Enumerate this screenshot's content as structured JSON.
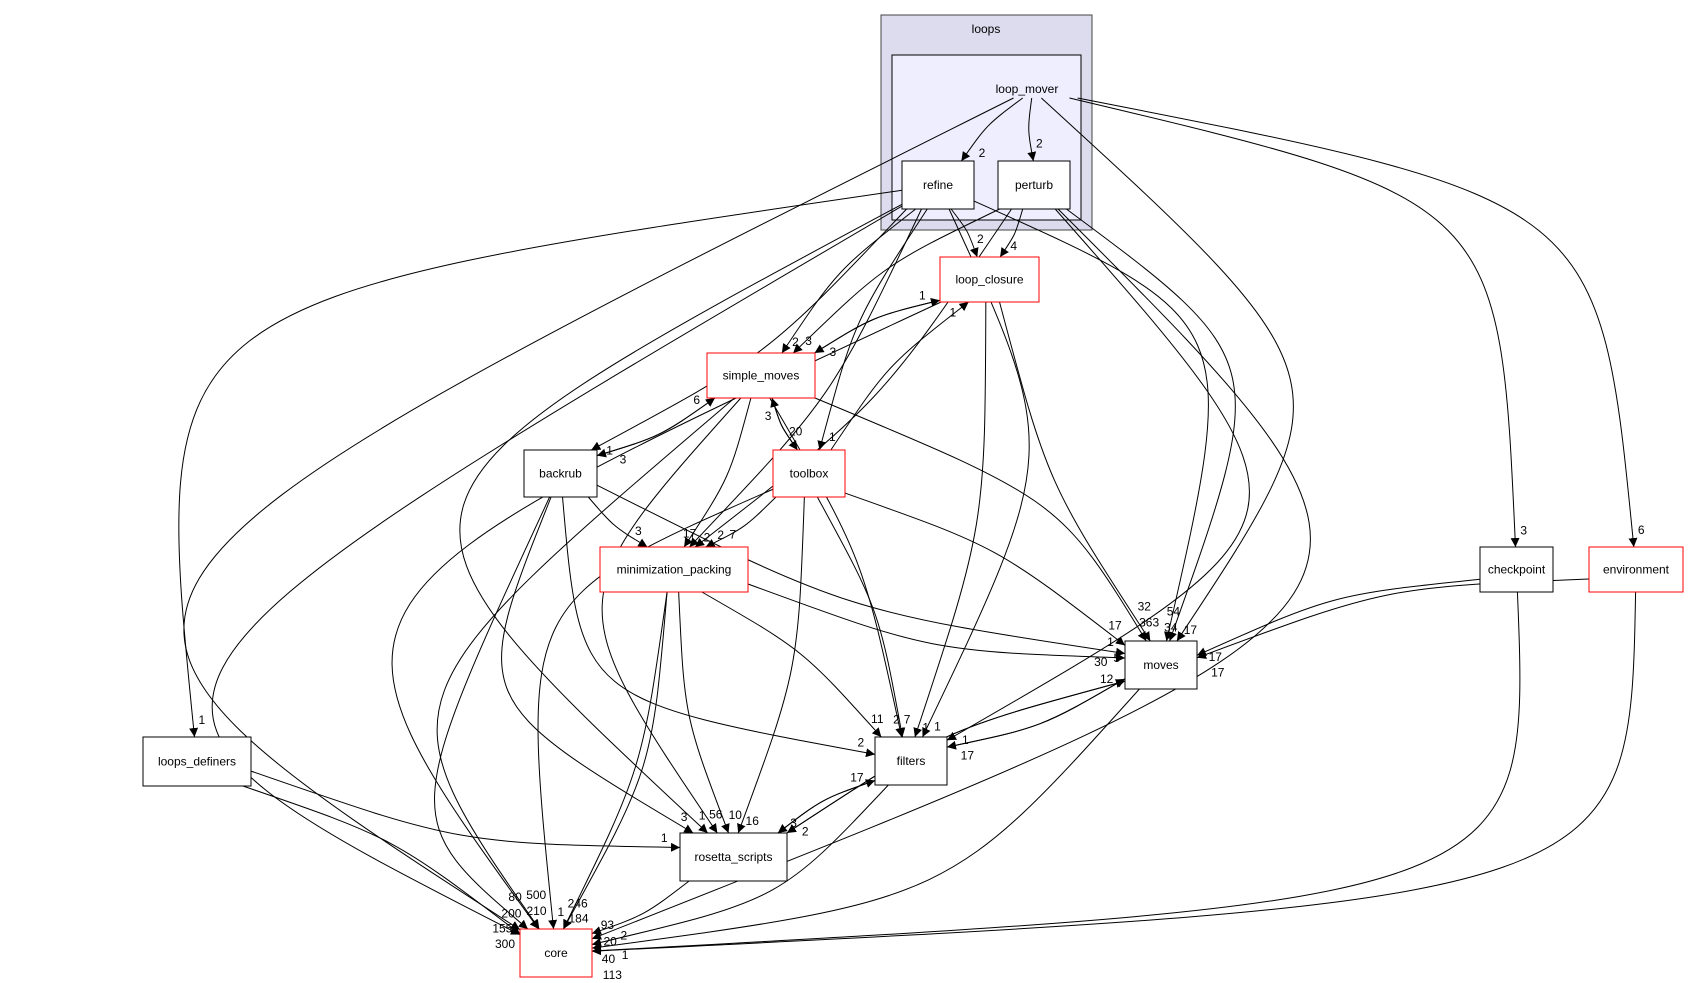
{
  "clusters": [
    {
      "id": "loops",
      "label": "loops",
      "fill": "#dcdcee"
    },
    {
      "id": "loop_mover",
      "label": "loop_mover",
      "fill": "#eeeeff"
    }
  ],
  "nodes": [
    {
      "id": "refine",
      "label": "refine",
      "border": "#000000"
    },
    {
      "id": "perturb",
      "label": "perturb",
      "border": "#000000"
    },
    {
      "id": "loop_closure",
      "label": "loop_closure",
      "border": "#ff0000"
    },
    {
      "id": "simple_moves",
      "label": "simple_moves",
      "border": "#ff0000"
    },
    {
      "id": "backrub",
      "label": "backrub",
      "border": "#000000"
    },
    {
      "id": "toolbox",
      "label": "toolbox",
      "border": "#ff0000"
    },
    {
      "id": "minimization_packing",
      "label": "minimization_packing",
      "border": "#ff0000"
    },
    {
      "id": "checkpoint",
      "label": "checkpoint",
      "border": "#000000"
    },
    {
      "id": "environment",
      "label": "environment",
      "border": "#ff0000"
    },
    {
      "id": "moves",
      "label": "moves",
      "border": "#000000"
    },
    {
      "id": "filters",
      "label": "filters",
      "border": "#000000"
    },
    {
      "id": "loops_definers",
      "label": "loops_definers",
      "border": "#000000"
    },
    {
      "id": "rosetta_scripts",
      "label": "rosetta_scripts",
      "border": "#000000"
    },
    {
      "id": "core",
      "label": "core",
      "border": "#ff0000"
    }
  ],
  "edges": [
    {
      "from": "loop_mover",
      "to": "refine",
      "label": "2"
    },
    {
      "from": "loop_mover",
      "to": "perturb",
      "label": "2"
    },
    {
      "from": "loop_mover",
      "to": "core",
      "label": "200"
    },
    {
      "from": "loop_mover",
      "to": "moves",
      "label": "17"
    },
    {
      "from": "loop_mover",
      "to": "checkpoint",
      "label": "3"
    },
    {
      "from": "loop_mover",
      "to": "environment",
      "label": "6"
    },
    {
      "from": "refine",
      "to": "loop_closure",
      "label": "2"
    },
    {
      "from": "refine",
      "to": "simple_moves",
      "label": "2"
    },
    {
      "from": "refine",
      "to": "backrub",
      "label": "1"
    },
    {
      "from": "refine",
      "to": "toolbox",
      "label": "1"
    },
    {
      "from": "refine",
      "to": "minimization_packing",
      "label": "2"
    },
    {
      "from": "refine",
      "to": "loops_definers",
      "label": "1"
    },
    {
      "from": "refine",
      "to": "core",
      "label": "155"
    },
    {
      "from": "refine",
      "to": "rosetta_scripts",
      "label": "1"
    },
    {
      "from": "refine",
      "to": "filters",
      "label": "1"
    },
    {
      "from": "refine",
      "to": "moves",
      "label": "34"
    },
    {
      "from": "perturb",
      "to": "loop_closure",
      "label": "4"
    },
    {
      "from": "perturb",
      "to": "simple_moves",
      "label": "3"
    },
    {
      "from": "perturb",
      "to": "minimization_packing",
      "label": "2"
    },
    {
      "from": "perturb",
      "to": "moves",
      "label": "54"
    },
    {
      "from": "perturb",
      "to": "filters",
      "label": "1"
    },
    {
      "from": "perturb",
      "to": "core",
      "label": "20"
    },
    {
      "from": "loop_closure",
      "to": "simple_moves",
      "label": "3"
    },
    {
      "from": "loop_closure",
      "to": "core",
      "label": "210"
    },
    {
      "from": "loop_closure",
      "to": "filters",
      "label": "1"
    },
    {
      "from": "loop_closure",
      "to": "moves",
      "label": "363"
    },
    {
      "from": "simple_moves",
      "to": "loop_closure",
      "label": "1"
    },
    {
      "from": "simple_moves",
      "to": "backrub",
      "label": "3"
    },
    {
      "from": "simple_moves",
      "to": "toolbox",
      "label": "20"
    },
    {
      "from": "simple_moves",
      "to": "minimization_packing",
      "label": "17"
    },
    {
      "from": "simple_moves",
      "to": "filters",
      "label": "7"
    },
    {
      "from": "simple_moves",
      "to": "moves",
      "label": "32"
    },
    {
      "from": "simple_moves",
      "to": "core",
      "label": "500"
    },
    {
      "from": "simple_moves",
      "to": "rosetta_scripts",
      "label": "56"
    },
    {
      "from": "backrub",
      "to": "simple_moves",
      "label": "6"
    },
    {
      "from": "backrub",
      "to": "minimization_packing",
      "label": "3"
    },
    {
      "from": "backrub",
      "to": "moves",
      "label": "1"
    },
    {
      "from": "backrub",
      "to": "filters",
      "label": "2"
    },
    {
      "from": "backrub",
      "to": "rosetta_scripts",
      "label": "3"
    },
    {
      "from": "backrub",
      "to": "core",
      "label": "80"
    },
    {
      "from": "toolbox",
      "to": "simple_moves",
      "label": "3"
    },
    {
      "from": "toolbox",
      "to": "loop_closure",
      "label": "1"
    },
    {
      "from": "toolbox",
      "to": "minimization_packing",
      "label": "7"
    },
    {
      "from": "toolbox",
      "to": "core",
      "label": "1"
    },
    {
      "from": "toolbox",
      "to": "rosetta_scripts",
      "label": "16"
    },
    {
      "from": "toolbox",
      "to": "filters",
      "label": "2"
    },
    {
      "from": "toolbox",
      "to": "moves",
      "label": "17"
    },
    {
      "from": "minimization_packing",
      "to": "moves",
      "label": "5"
    },
    {
      "from": "minimization_packing",
      "to": "filters",
      "label": "11"
    },
    {
      "from": "minimization_packing",
      "to": "rosetta_scripts",
      "label": "10"
    },
    {
      "from": "minimization_packing",
      "to": "core",
      "label": "184"
    },
    {
      "from": "minimization_packing",
      "to": "core",
      "label": "246"
    },
    {
      "from": "checkpoint",
      "to": "moves",
      "label": "17"
    },
    {
      "from": "checkpoint",
      "to": "core",
      "label": "40"
    },
    {
      "from": "environment",
      "to": "moves",
      "label": "17"
    },
    {
      "from": "environment",
      "to": "core",
      "label": "113"
    },
    {
      "from": "moves",
      "to": "filters",
      "label": "17"
    },
    {
      "from": "filters",
      "to": "moves",
      "label": "12"
    },
    {
      "from": "moves",
      "to": "rosetta_scripts",
      "label": "2"
    },
    {
      "from": "rosetta_scripts",
      "to": "moves",
      "label": "30"
    },
    {
      "from": "moves",
      "to": "core",
      "label": "1"
    },
    {
      "from": "filters",
      "to": "rosetta_scripts",
      "label": "3"
    },
    {
      "from": "rosetta_scripts",
      "to": "filters",
      "label": "17"
    },
    {
      "from": "filters",
      "to": "core",
      "label": "2"
    },
    {
      "from": "loops_definers",
      "to": "rosetta_scripts",
      "label": "1"
    },
    {
      "from": "loops_definers",
      "to": "core",
      "label": "300"
    },
    {
      "from": "rosetta_scripts",
      "to": "core",
      "label": "93"
    }
  ]
}
